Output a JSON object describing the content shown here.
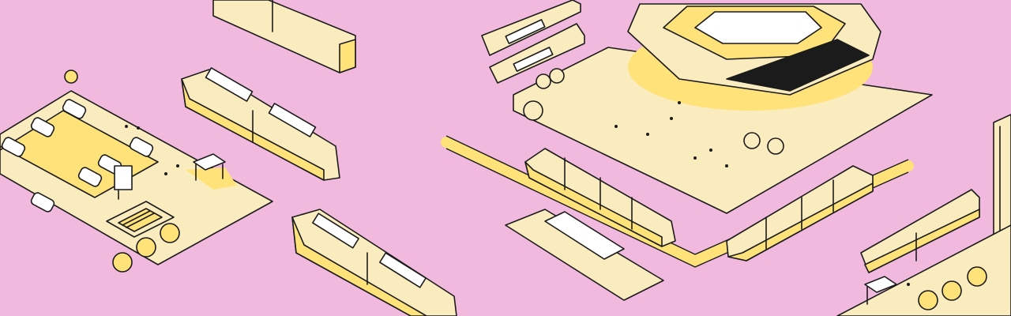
{
  "scene": {
    "kind": "isometric city transit illustration",
    "elements": [
      "parking-lot",
      "articulated-buses",
      "bus-stops",
      "tram-line",
      "tram-stop",
      "stadium",
      "crowds",
      "trees",
      "metro-entrance",
      "office-building"
    ]
  },
  "colors": {
    "background": "#f0b9dd",
    "plaza": "#fbecc0",
    "accent_yellow": "#ffe37a",
    "ink": "#1b1b1b",
    "white": "#ffffff"
  },
  "icons": {
    "bus": "articulated-bus-icon",
    "tram": "tram-icon",
    "tree": "tree-icon",
    "person": "person-icon",
    "car": "car-icon",
    "stadium": "stadium-icon",
    "shelter": "bus-shelter-icon"
  }
}
